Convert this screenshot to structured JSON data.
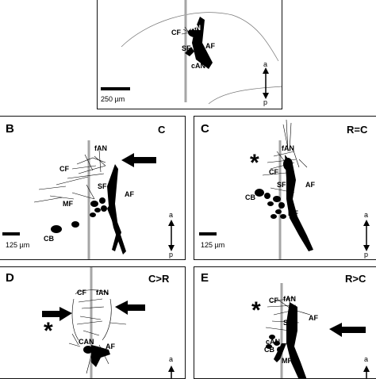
{
  "panel_a": {
    "labels": {
      "fAN": "fAN",
      "CF": "CF",
      "SF": "SF",
      "AF": "AF",
      "cAN": "cAN"
    },
    "scalebar": "250 µm",
    "axis": {
      "anterior": "a",
      "posterior": "p"
    }
  },
  "panel_b": {
    "letter": "B",
    "condition": "C",
    "labels": {
      "fAN": "fAN",
      "CF": "CF",
      "SF": "SF",
      "AF": "AF",
      "MF": "MF",
      "CB": "CB"
    },
    "scalebar": "125 µm",
    "axis": {
      "anterior": "a",
      "posterior": "p"
    }
  },
  "panel_c": {
    "letter": "C",
    "condition": "R=C",
    "labels": {
      "fAN": "fAN",
      "CF": "CF",
      "SF": "SF",
      "AF": "AF",
      "MF": "MF",
      "CB": "CB"
    },
    "star": "*",
    "scalebar": "125 µm",
    "axis": {
      "anterior": "a",
      "posterior": "p"
    }
  },
  "panel_d": {
    "letter": "D",
    "condition": "C>R",
    "labels": {
      "CF": "CF",
      "fAN": "fAN",
      "CAN": "CAN",
      "AF": "AF"
    },
    "star": "*",
    "axis": {
      "anterior": "a"
    }
  },
  "panel_e": {
    "letter": "E",
    "condition": "R>C",
    "labels": {
      "CF": "CF",
      "fAN": "fAN",
      "SF": "SF",
      "AF": "AF",
      "cAN": "cAN",
      "CB": "CB",
      "MF": "MF"
    },
    "star": "*",
    "axis": {
      "anterior": "a"
    }
  },
  "colors": {
    "midline": "#a6a6a6",
    "neuron": "#000000",
    "outline": "#555555",
    "border": "#111111"
  }
}
